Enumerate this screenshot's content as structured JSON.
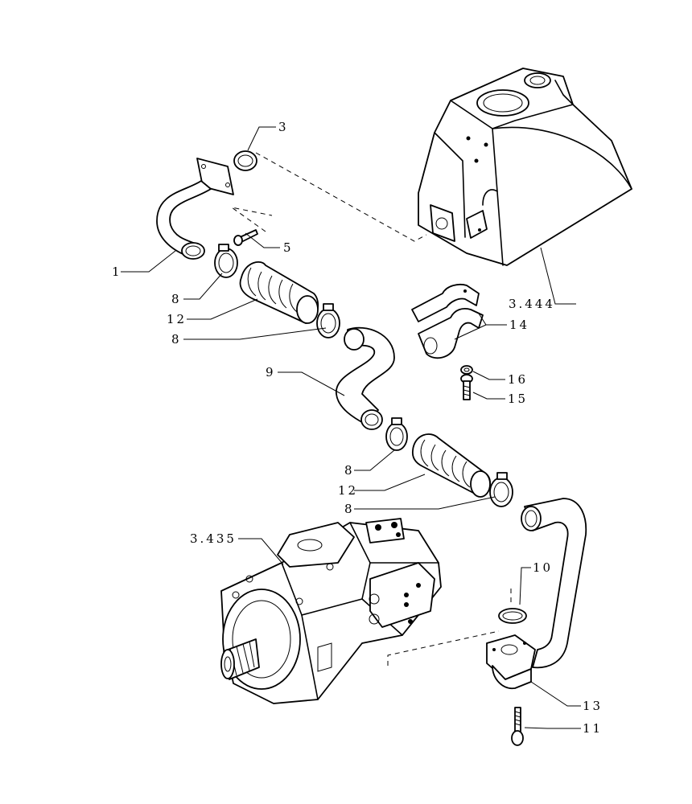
{
  "callouts": [
    {
      "id": "c1",
      "text": "1"
    },
    {
      "id": "c3",
      "text": "3"
    },
    {
      "id": "c5",
      "text": "5"
    },
    {
      "id": "c8a",
      "text": "8"
    },
    {
      "id": "c12a",
      "text": "12"
    },
    {
      "id": "c8b",
      "text": "8"
    },
    {
      "id": "c9",
      "text": "9"
    },
    {
      "id": "c3444",
      "text": "3.444"
    },
    {
      "id": "c14",
      "text": "14"
    },
    {
      "id": "c16",
      "text": "16"
    },
    {
      "id": "c15",
      "text": "15"
    },
    {
      "id": "c8c",
      "text": "8"
    },
    {
      "id": "c12b",
      "text": "12"
    },
    {
      "id": "c8d",
      "text": "8"
    },
    {
      "id": "c3435",
      "text": "3.435"
    },
    {
      "id": "c10",
      "text": "10"
    },
    {
      "id": "c13",
      "text": "13"
    },
    {
      "id": "c11",
      "text": "11"
    }
  ]
}
